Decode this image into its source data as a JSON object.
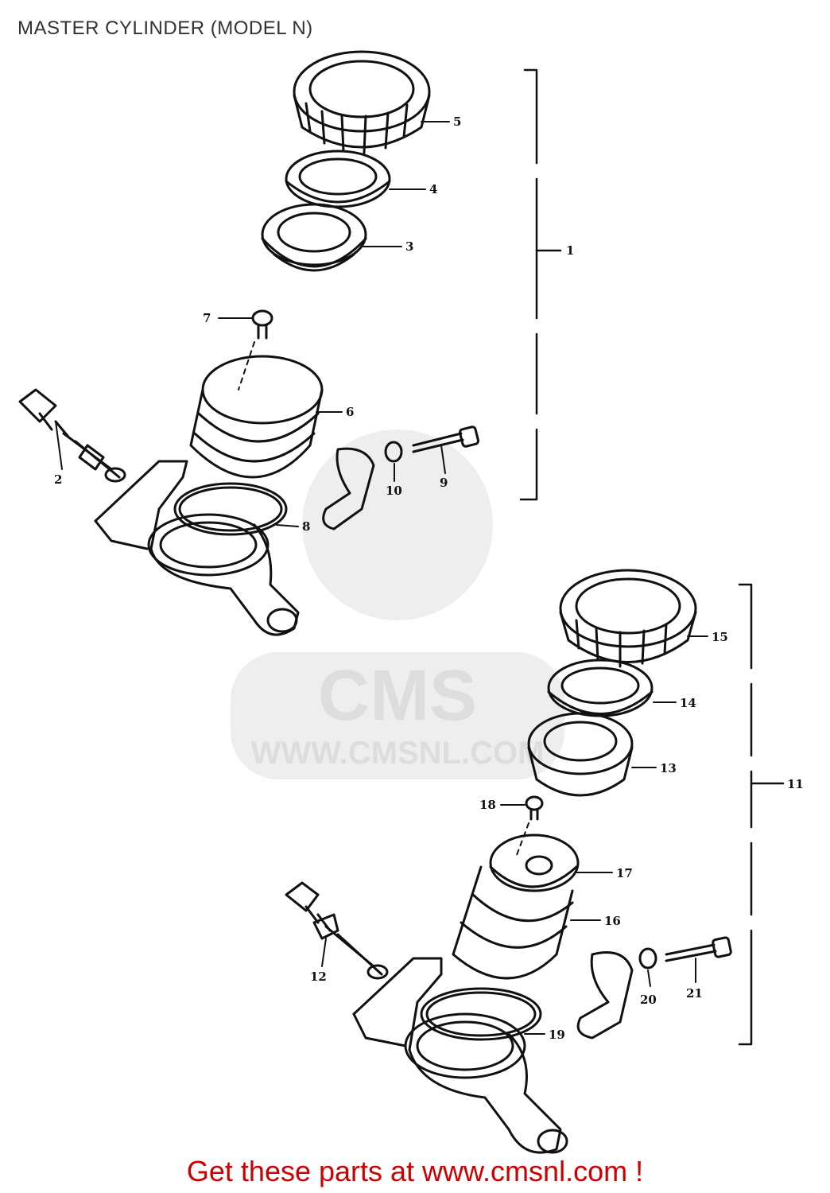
{
  "title": "MASTER CYLINDER (MODEL N)",
  "watermark": {
    "logo_text": "CMS",
    "url_text": "WWW.CMSNL.COM",
    "color": "#e6e6e6"
  },
  "parts": {
    "p1": "1",
    "p2": "2",
    "p3": "3",
    "p4": "4",
    "p5": "5",
    "p6": "6",
    "p7": "7",
    "p8": "8",
    "p9": "9",
    "p10": "10",
    "p11": "11",
    "p12": "12",
    "p13": "13",
    "p14": "14",
    "p15": "15",
    "p16": "16",
    "p17": "17",
    "p18": "18",
    "p19": "19",
    "p20": "20",
    "p21": "21"
  },
  "footer": {
    "link_text": "Get these parts at www.cmsnl.com !",
    "color": "#cc0000"
  }
}
